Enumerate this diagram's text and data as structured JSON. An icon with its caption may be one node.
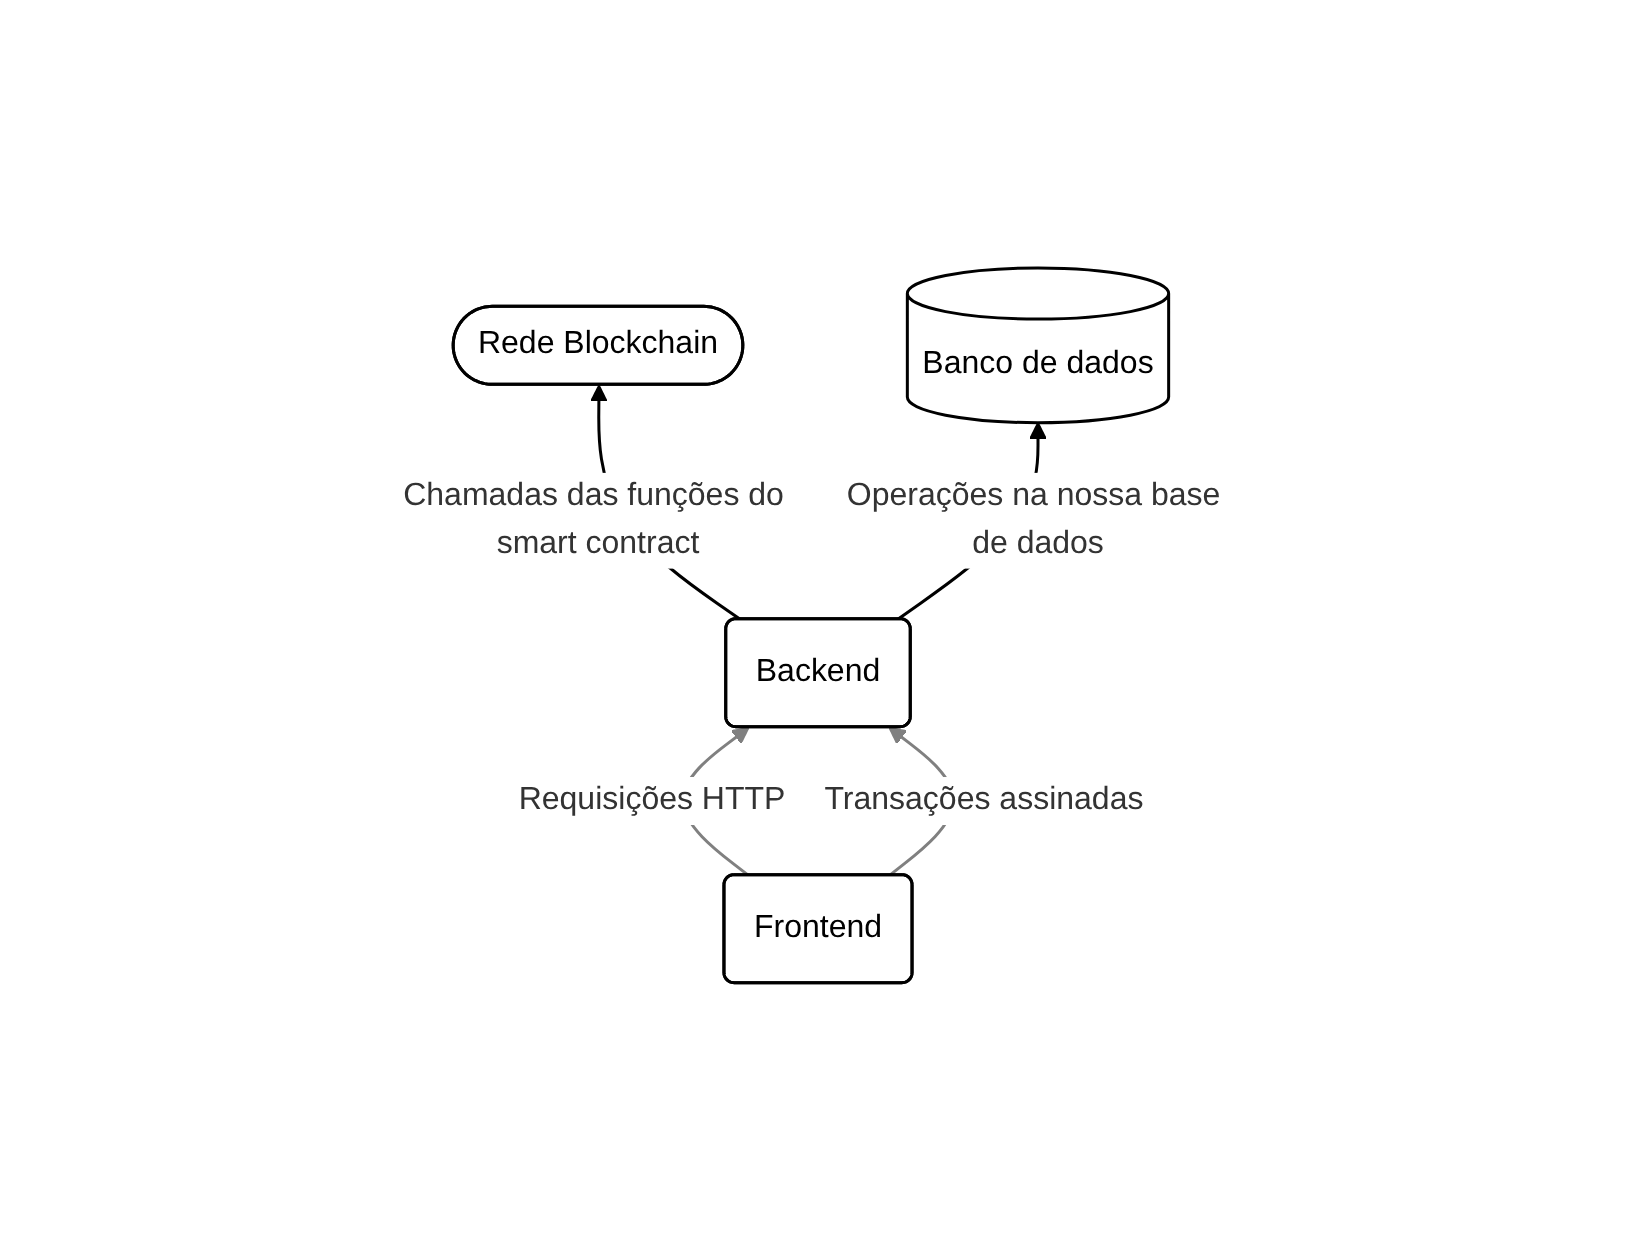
{
  "diagram": {
    "nodes": [
      {
        "text": [
          "Rede Blockchain"
        ]
      },
      {
        "text": [
          "Banco de dados"
        ]
      },
      {
        "text": [
          "Backend"
        ]
      },
      {
        "text": [
          "Frontend"
        ]
      }
    ],
    "edges": [
      {
        "from": 2,
        "to": 0,
        "arrow": "to",
        "label": "Chamadas das funções do smart contract"
      },
      {
        "from": 2,
        "to": 1,
        "arrow": "to",
        "label": "Operações na nossa base de dados"
      },
      {
        "from": 3,
        "to": 2,
        "arrow": "to",
        "label": "Requisições HTTP",
        "color": "#808080"
      },
      {
        "from": 3,
        "to": 2,
        "arrow": "to",
        "label": "Transações assinadas",
        "color": "#808080"
      }
    ]
  }
}
